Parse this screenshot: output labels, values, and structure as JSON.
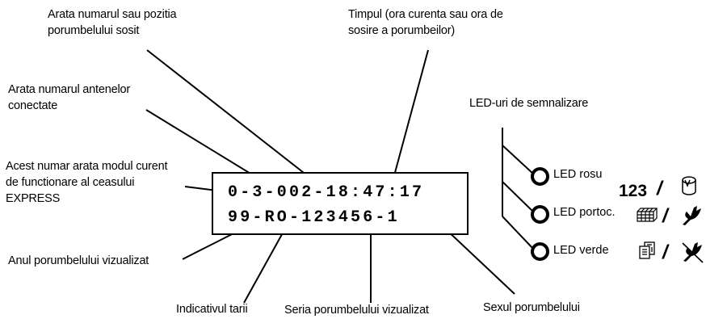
{
  "labels": {
    "position": [
      "Arata numarul sau pozitia",
      "porumbelului sosit"
    ],
    "time": [
      "Timpul (ora curenta sau ora de",
      "sosire a porumbeilor)"
    ],
    "antennas": [
      "Arata numarul antenelor",
      "conectate"
    ],
    "mode": [
      "Acest numar arata modul curent",
      "de functionare al ceasului",
      "EXPRESS"
    ],
    "year": "Anul porumbelului vizualizat",
    "country": "Indicativul tarii",
    "series": "Seria porumbelului vizualizat",
    "sex": "Sexul porumbelului",
    "leds_title": "LED-uri de semnalizare"
  },
  "display": {
    "line1": "0-3-002-18:47:17",
    "line2": "99-RO-123456-1"
  },
  "leds": [
    {
      "label": "LED rosu",
      "symbol_text": "123",
      "slash": "/",
      "icon": "cylinder-icon"
    },
    {
      "label": "LED portoc.",
      "symbol_text": "",
      "slash": "/",
      "icon": "pigeon-icon",
      "left_icon": "grid-icon"
    },
    {
      "label": "LED verde",
      "symbol_text": "",
      "slash": "/",
      "icon": "crossed-pigeon-icon",
      "left_icon": "documents-icon"
    }
  ]
}
